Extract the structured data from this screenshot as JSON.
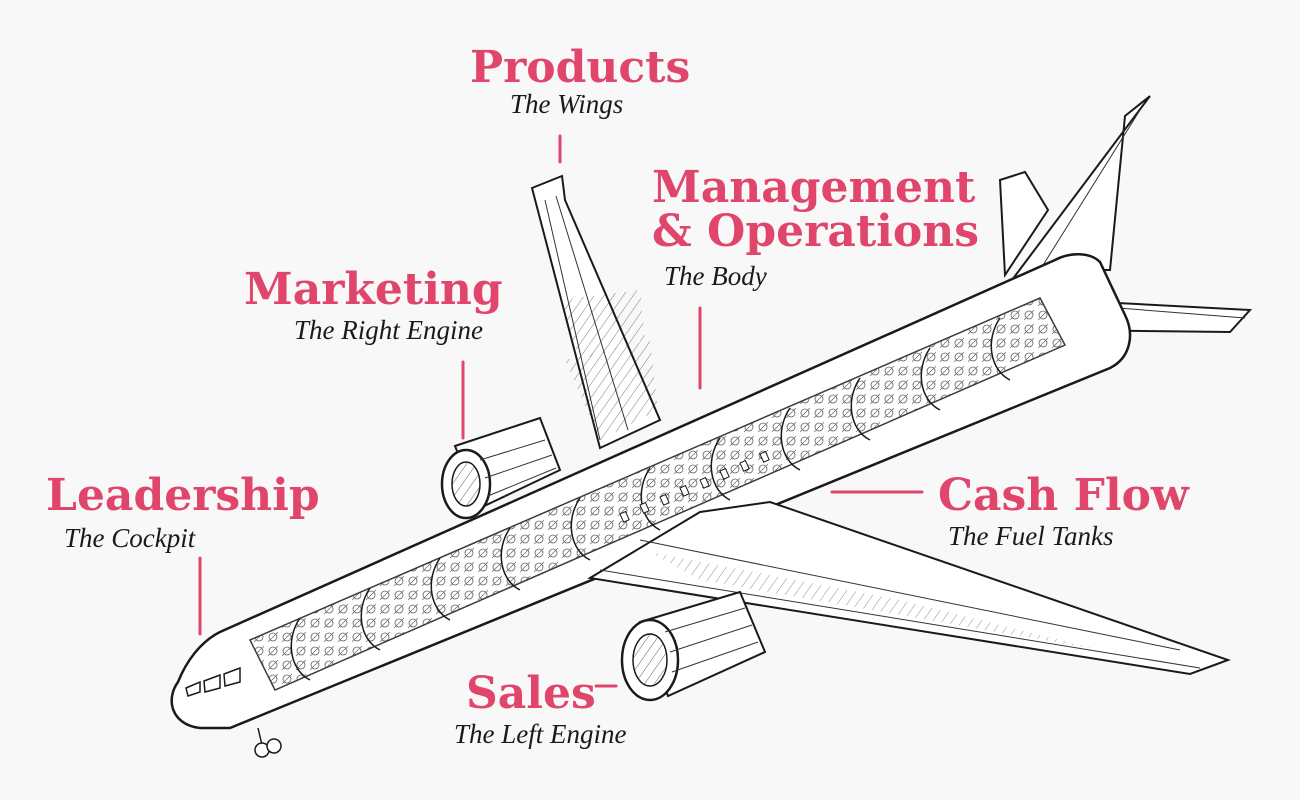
{
  "accent_color": "#e0466c",
  "ink_color": "#1a1a1a",
  "labels": {
    "products": {
      "title": "Products",
      "subtitle": "The Wings"
    },
    "management": {
      "title_line1": "Management",
      "title_line2": "& Operations",
      "subtitle": "The Body"
    },
    "marketing": {
      "title": "Marketing",
      "subtitle": "The Right Engine"
    },
    "leadership": {
      "title": "Leadership",
      "subtitle": "The Cockpit"
    },
    "cashflow": {
      "title": "Cash Flow",
      "subtitle": "The Fuel Tanks"
    },
    "sales": {
      "title": "Sales",
      "subtitle": "The Left Engine"
    }
  }
}
